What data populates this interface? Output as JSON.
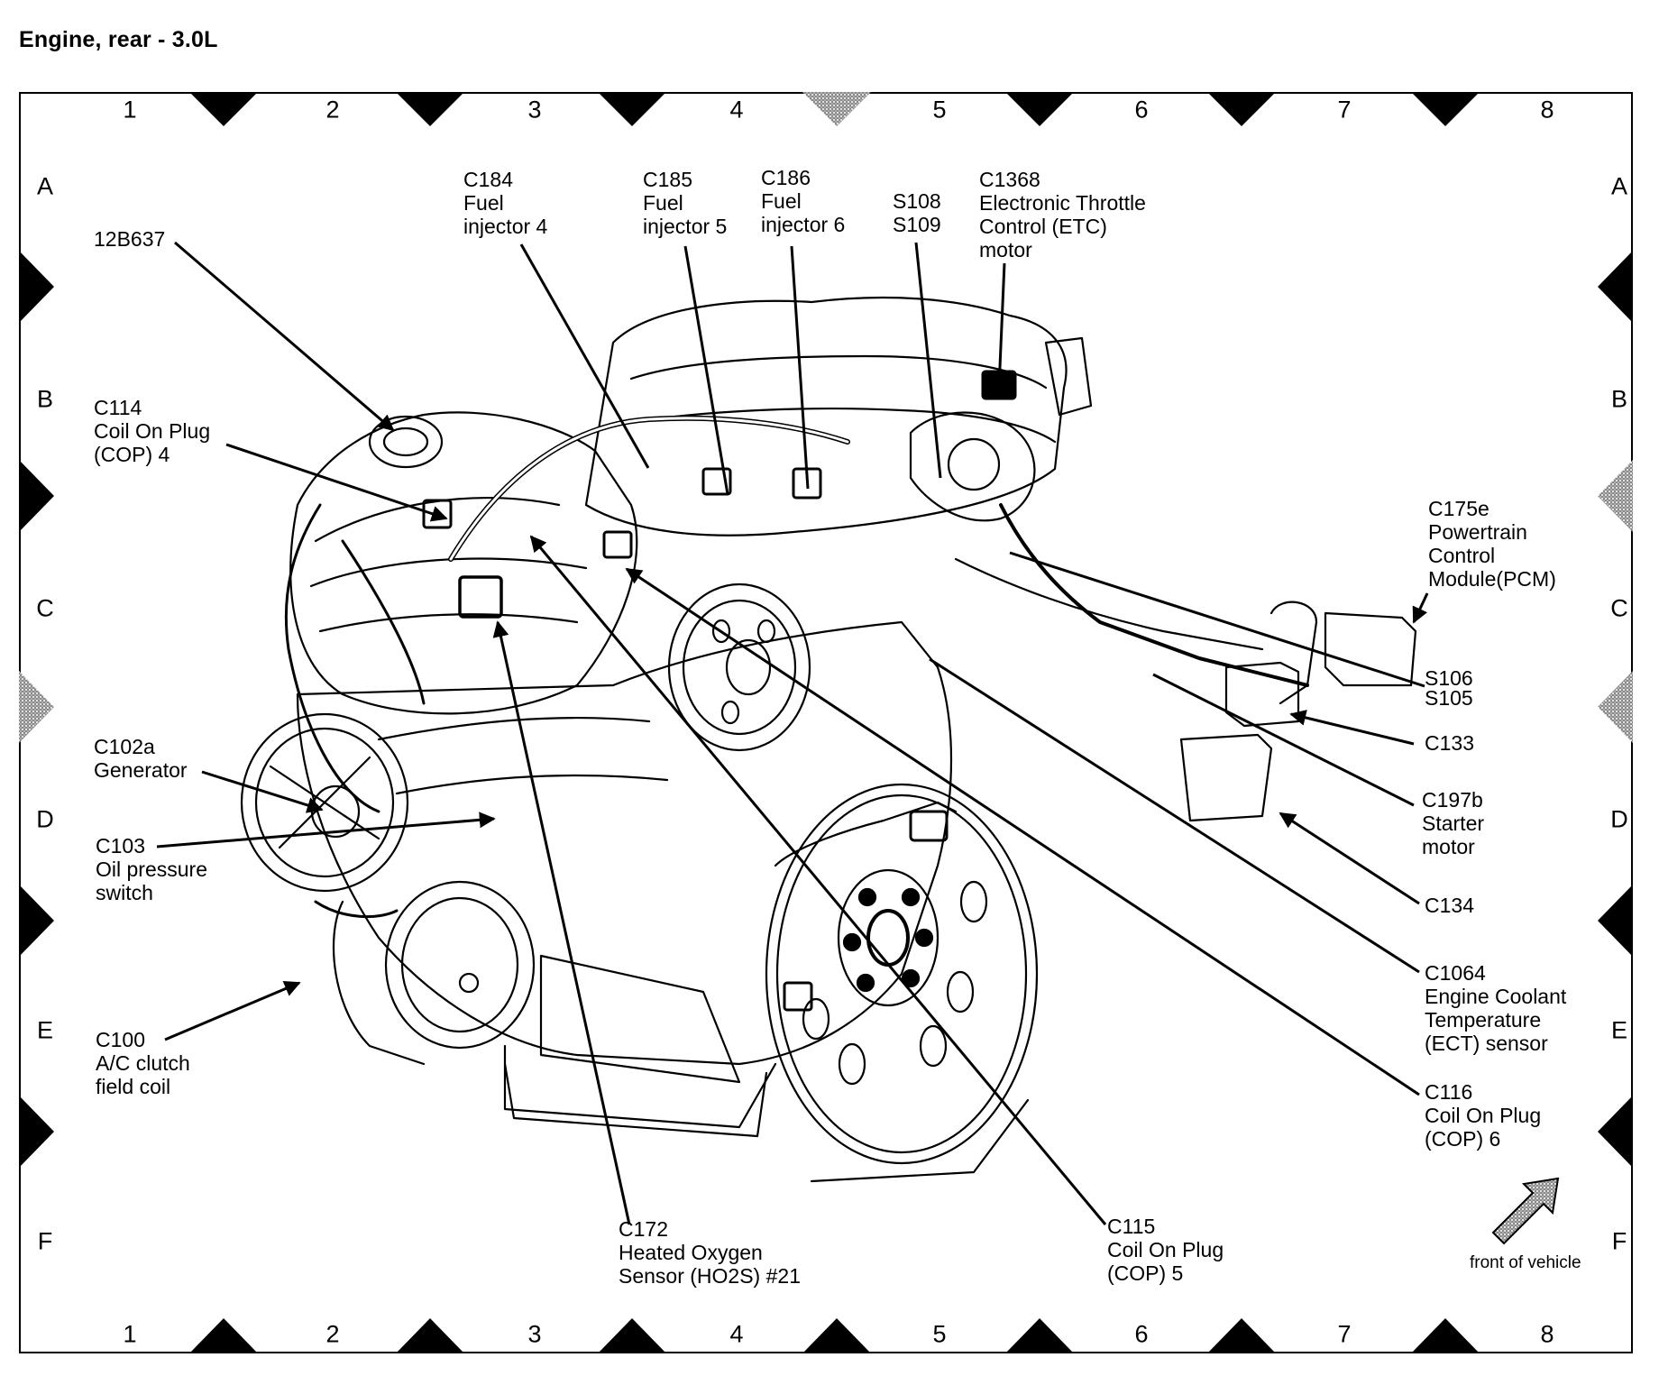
{
  "title": "Engine, rear - 3.0L",
  "grid": {
    "columns": [
      "1",
      "2",
      "3",
      "4",
      "5",
      "6",
      "7",
      "8"
    ],
    "rows": [
      "A",
      "B",
      "C",
      "D",
      "E",
      "F"
    ]
  },
  "callouts": {
    "c12b637": {
      "lines": [
        "12B637"
      ]
    },
    "c184": {
      "lines": [
        "C184",
        "Fuel",
        "injector 4"
      ]
    },
    "c185": {
      "lines": [
        "C185",
        "Fuel",
        "injector 5"
      ]
    },
    "c186": {
      "lines": [
        "C186",
        "Fuel",
        "injector 6"
      ]
    },
    "s108": {
      "lines": [
        "S108",
        "S109"
      ]
    },
    "c1368": {
      "lines": [
        "C1368",
        "Electronic Throttle",
        "Control (ETC)",
        "motor"
      ]
    },
    "c114": {
      "lines": [
        "C114",
        "Coil On Plug",
        "(COP) 4"
      ]
    },
    "c175e": {
      "lines": [
        "C175e",
        "Powertrain",
        "Control",
        "Module(PCM)"
      ]
    },
    "s106": {
      "lines": [
        "S106",
        "S105"
      ]
    },
    "c133": {
      "lines": [
        "C133"
      ]
    },
    "c197b": {
      "lines": [
        "C197b",
        "Starter",
        "motor"
      ]
    },
    "c134": {
      "lines": [
        "C134"
      ]
    },
    "c1064": {
      "lines": [
        "C1064",
        "Engine Coolant",
        "Temperature",
        "(ECT) sensor"
      ]
    },
    "c116": {
      "lines": [
        "C116",
        "Coil On Plug",
        "(COP) 6"
      ]
    },
    "c102a": {
      "lines": [
        "C102a",
        "Generator"
      ]
    },
    "c103": {
      "lines": [
        "C103",
        "Oil pressure",
        "switch"
      ]
    },
    "c100": {
      "lines": [
        "C100",
        "A/C clutch",
        "field coil"
      ]
    },
    "c172": {
      "lines": [
        "C172",
        "Heated Oxygen",
        "Sensor (HO2S) #21"
      ]
    },
    "c115": {
      "lines": [
        "C115",
        "Coil On Plug",
        "(COP) 5"
      ]
    }
  },
  "orientation": {
    "label": "front of vehicle",
    "icon": "arrow-up-right-icon"
  }
}
